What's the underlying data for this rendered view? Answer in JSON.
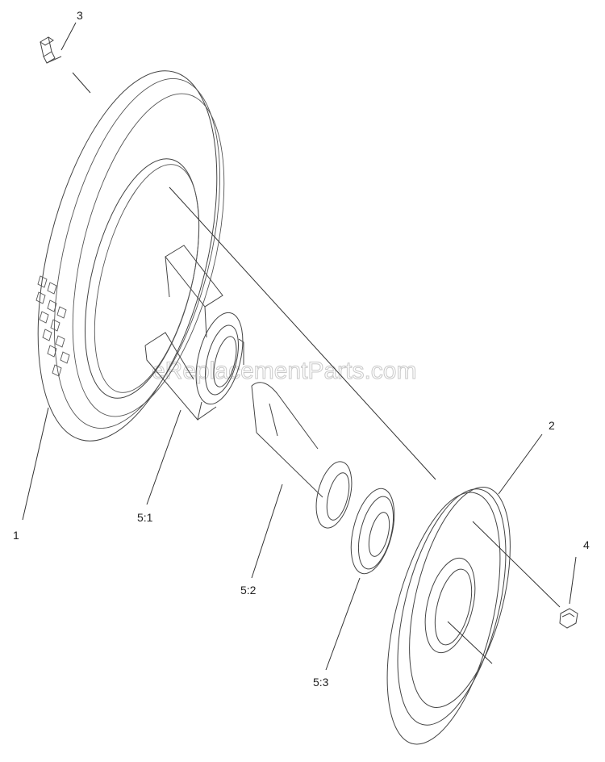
{
  "watermark": "eReplacementParts.com",
  "callouts": {
    "tire": "1",
    "hub": "2",
    "valve_stem": "3",
    "nut": "4",
    "bearing_housing": "5:1",
    "axle_sleeve": "5:2",
    "washer": "5:3"
  },
  "colors": {
    "line": "#444444",
    "background": "#ffffff"
  }
}
